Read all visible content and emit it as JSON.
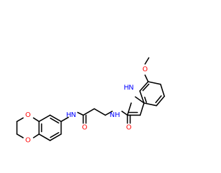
{
  "diagram": {
    "type": "chemical-structure",
    "colors": {
      "bond": "#000000",
      "oxygen": "#ff0000",
      "nitrogen": "#0000ff",
      "background": "#ffffff"
    },
    "atoms": {
      "o_diox_top": "O",
      "o_diox_bottom": "O",
      "n_amide_left": "N",
      "h_amide_left": "H",
      "o_carbonyl_left": "O",
      "n_amide_right": "N",
      "h_amide_right": "H",
      "o_carbonyl_right": "O",
      "n_indole": "N",
      "h_indole": "H",
      "o_methoxy": "O"
    }
  }
}
